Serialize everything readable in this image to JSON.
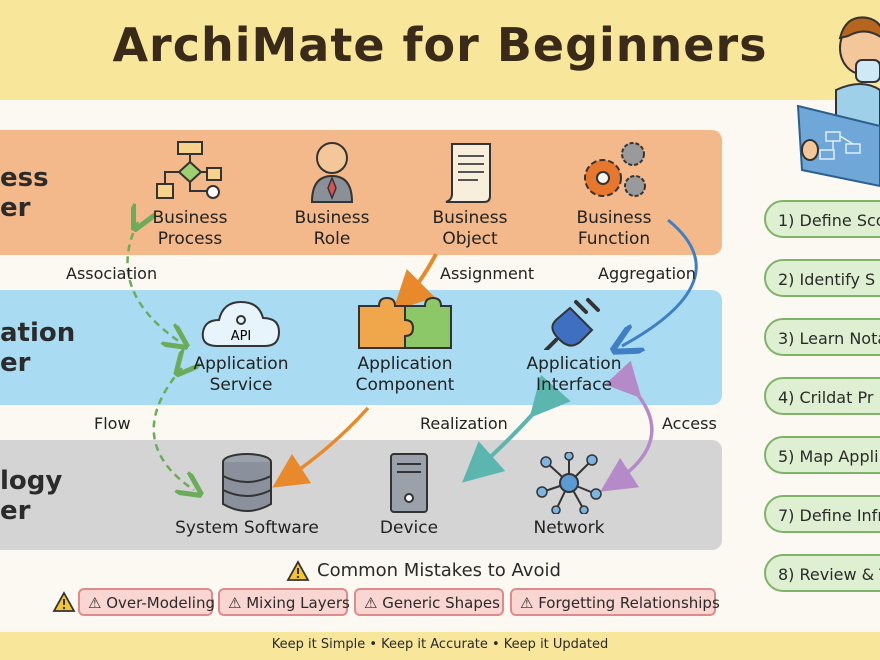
{
  "title": "ArchiMate for Beginners",
  "layers": {
    "business": [
      "ess",
      "er"
    ],
    "application": [
      "ation",
      "er"
    ],
    "technology": [
      "logy",
      "er"
    ]
  },
  "business_elements": [
    {
      "line1": "Business",
      "line2": "Process"
    },
    {
      "line1": "Business",
      "line2": "Role"
    },
    {
      "line1": "Business",
      "line2": "Object"
    },
    {
      "line1": "Business",
      "line2": "Function"
    }
  ],
  "application_elements": [
    {
      "line1": "Application",
      "line2": "Service"
    },
    {
      "line1": "Application",
      "line2": "Component"
    },
    {
      "line1": "Application",
      "line2": "Interface"
    }
  ],
  "technology_elements": [
    "System Software",
    "Device",
    "Network"
  ],
  "api_text": "API",
  "relationships": {
    "association": "Association",
    "assignment": "Assignment",
    "aggregation": "Aggregation",
    "flow": "Flow",
    "realization": "Realization",
    "access": "Access"
  },
  "steps": [
    "1) Define Sco",
    "2) Identify S",
    "3) Learn Nota",
    "4) Crildat Pr",
    "5) Map Appli",
    "7) Define Infr",
    "8) Review & T"
  ],
  "mistakes": {
    "title": "Common Mistakes to Avoid",
    "items": [
      "Over-Modeling",
      "Mixing Layers",
      "Generic Shapes",
      "Forgetting Relationships"
    ]
  },
  "footer": "Keep it Simple • Keep it Accurate • Keep it Updated",
  "colors": {
    "title_band": "#f8e79a",
    "business_layer": "#f3b98a",
    "application_layer": "#a9dcf2",
    "technology_layer": "#d4d4d4",
    "step_fill": "#dff0d2",
    "mistake_fill": "#f9d6d2"
  }
}
